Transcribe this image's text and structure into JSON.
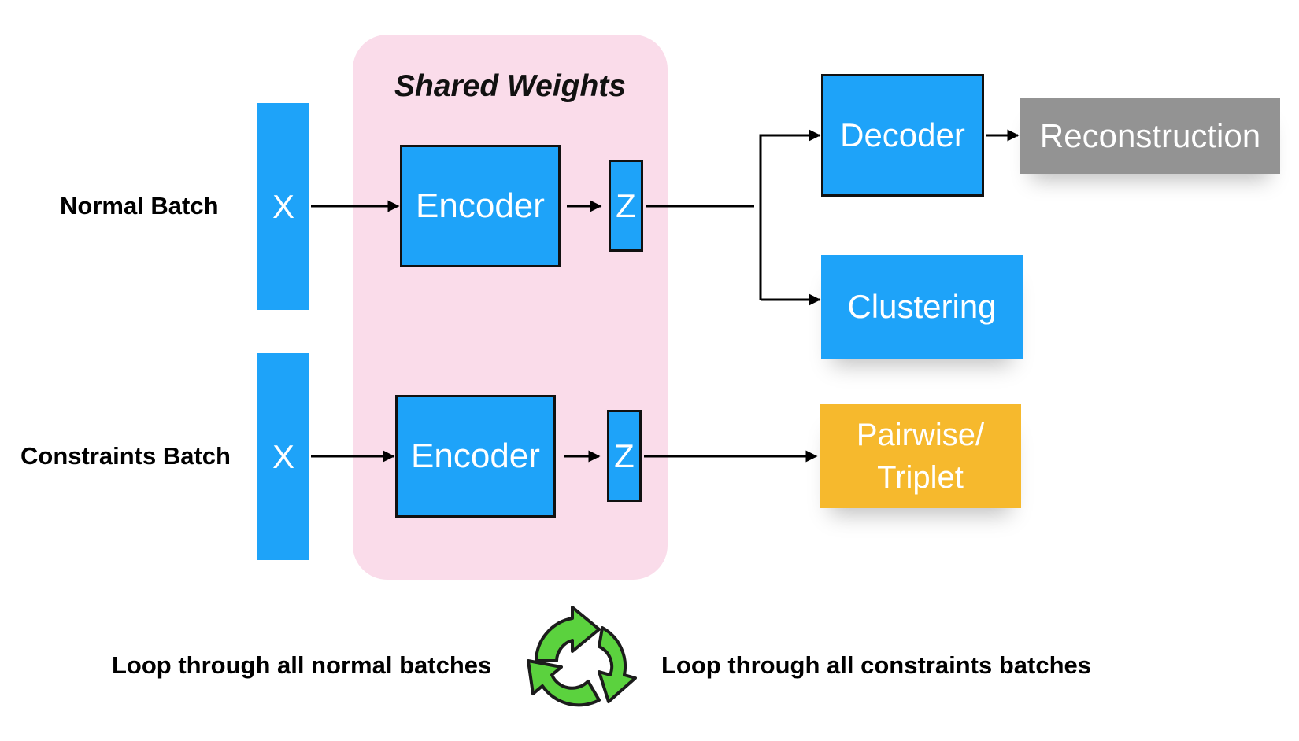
{
  "rows": {
    "normal_label": "Normal Batch",
    "constraints_label": "Constraints Batch"
  },
  "shared_weights": {
    "title": "Shared Weights",
    "encoder_top": "Encoder",
    "encoder_bottom": "Encoder",
    "z_top": "Z",
    "z_bottom": "Z"
  },
  "inputs": {
    "x_top": "X",
    "x_bottom": "X"
  },
  "outputs": {
    "decoder": "Decoder",
    "reconstruction": "Reconstruction",
    "clustering": "Clustering",
    "pairwise_line1": "Pairwise/",
    "pairwise_line2": "Triplet"
  },
  "loop": {
    "left_label": "Loop through all normal batches",
    "right_label": "Loop through all constraints batches",
    "icon": "cycle-arrows-icon"
  },
  "colors": {
    "blue": "#1ea3f9",
    "pink": "#fadcea",
    "orange": "#f6b92d",
    "gray": "#939393",
    "green": "#5bd23e"
  }
}
